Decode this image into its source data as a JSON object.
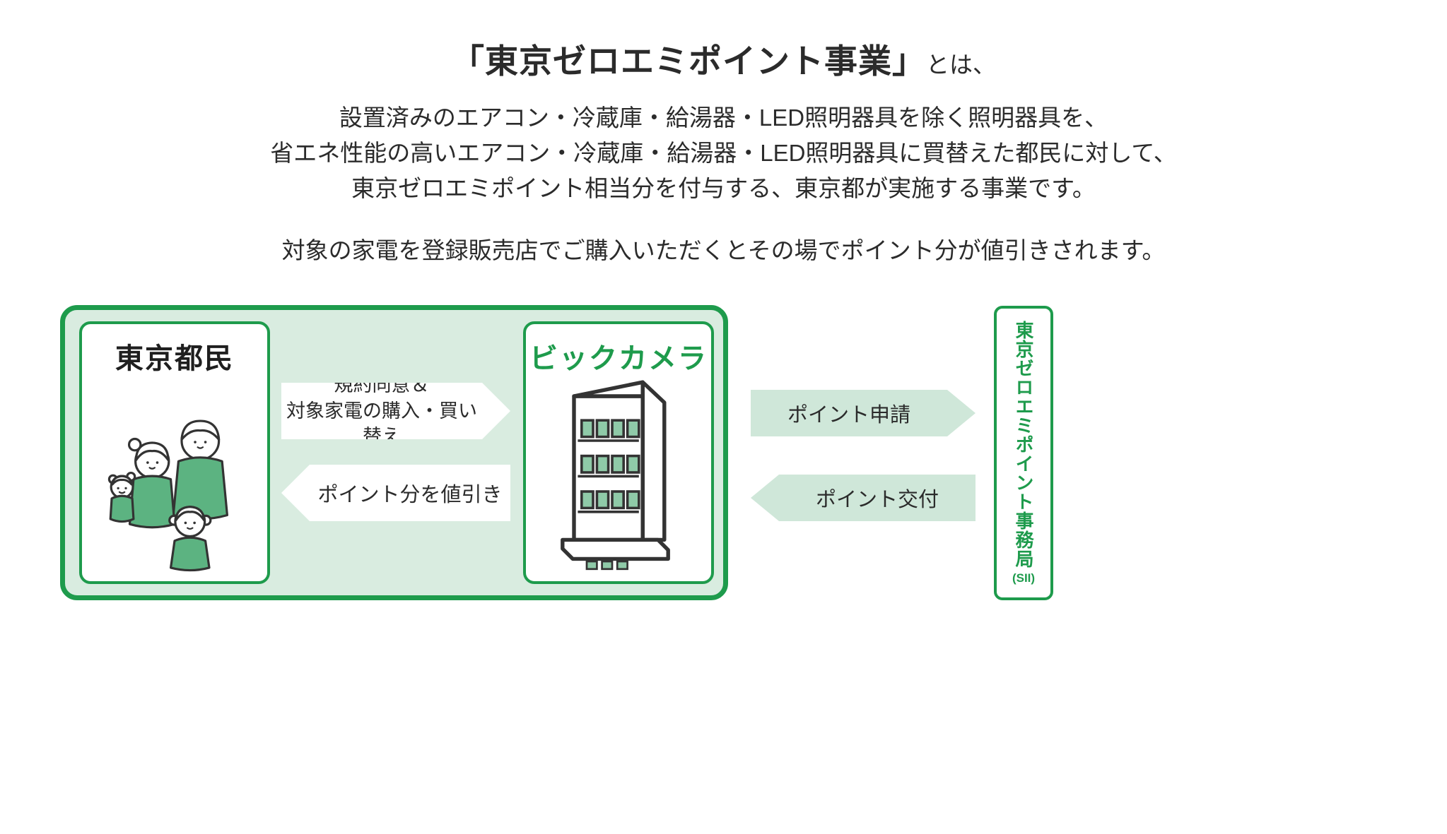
{
  "title": {
    "main": "「東京ゼロエミポイント事業」",
    "suffix": "とは、"
  },
  "description": {
    "lines": [
      "設置済みのエアコン・冷蔵庫・給湯器・LED照明器具を除く照明器具を、",
      "省エネ性能の高いエアコン・冷蔵庫・給湯器・LED照明器具に買替えた都民に対して、",
      "東京ゼロエミポイント相当分を付与する、東京都が実施する事業です。"
    ],
    "note": "対象の家電を登録販売店でご購入いただくとその場でポイント分が値引きされます。"
  },
  "diagram": {
    "resident": {
      "label": "東京都民",
      "icon": "family-illustration"
    },
    "store": {
      "label": "ビックカメラ",
      "icon": "store-building-icon"
    },
    "arrows": {
      "purchase_line1": "規約同意＆",
      "purchase_line2": "対象家電の購入・買い替え",
      "discount": "ポイント分を値引き",
      "apply": "ポイント申請",
      "grant": "ポイント交付"
    },
    "office": {
      "label": "東京ゼロエミポイント事務局",
      "sub_label": "(SII)"
    }
  },
  "colors": {
    "green": "#1e9b4c",
    "light_green": "#d9ece0",
    "arrow_green": "#cfe7d9",
    "illustration_green": "#5cb381",
    "window_green": "#8fcaa8",
    "text": "#2b2b2b",
    "line": "#333333"
  }
}
